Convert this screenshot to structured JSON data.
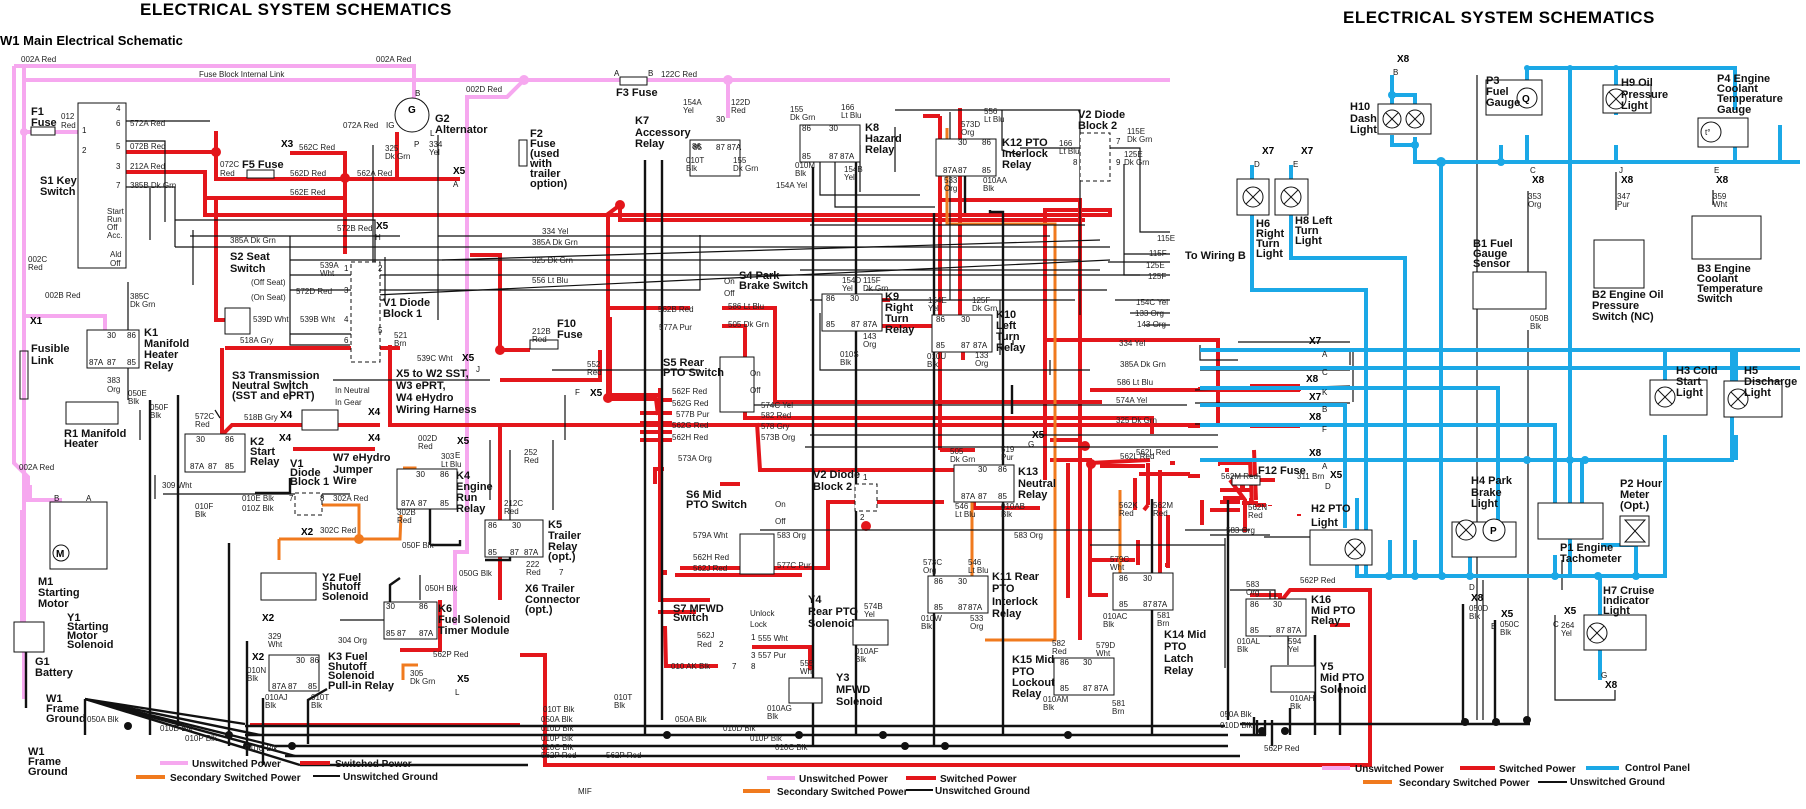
{
  "titles": {
    "left": "ELECTRICAL   SYSTEM SCHEMATICS",
    "right": "ELECTRICAL   SYSTEM SCHEMATICS",
    "subtitle": "W1 Main Electrical Schematic",
    "to_wiring": "To Wiring B",
    "footer_mark": "MIF"
  },
  "colors": {
    "unswitched_power": "#f6a8ef",
    "switched_power": "#e3161b",
    "secondary_switched_power": "#f07a1e",
    "unswitched_ground": "#111111",
    "control_panel": "#1ba8e6"
  },
  "legend_left": {
    "unswitched_power": "Unswitched Power",
    "switched_power": "Switched Power",
    "secondary_switched_power": "Secondary Switched Power",
    "unswitched_ground": "Unswitched Ground"
  },
  "legend_mid": {
    "unswitched_power": "Unswitched Power",
    "switched_power": "Switched Power",
    "secondary_switched_power": "Secondary Switched Power",
    "unswitched_ground": "Unswitched Ground"
  },
  "legend_right": {
    "unswitched_power": "Unswitched Power",
    "switched_power": "Switched Power",
    "control_panel": "Control Panel",
    "secondary_switched_power": "Secondary Switched Power",
    "unswitched_ground": "Unswitched Ground"
  },
  "components": {
    "f1": [
      "F1",
      "Fuse"
    ],
    "s1": [
      "S1 Key",
      "Switch"
    ],
    "s1_positions": [
      "Start",
      "Run",
      "Off",
      "Acc.",
      "Ald",
      "Off"
    ],
    "x1": "X1",
    "fusible_link": [
      "Fusible",
      "Link"
    ],
    "k1": [
      "K1",
      "Manifold",
      "Heater",
      "Relay"
    ],
    "r1": [
      "R1 Manifold",
      "Heater"
    ],
    "m1": [
      "M1",
      "Starting",
      "Motor"
    ],
    "y1": [
      "Y1",
      "Starting",
      "Motor",
      "Solenoid"
    ],
    "g1": [
      "G1",
      "Battery"
    ],
    "w1_ground_a": [
      "W1",
      "Frame",
      "Ground"
    ],
    "w1_ground_b": [
      "W1",
      "Frame",
      "Ground"
    ],
    "g2": [
      "G2",
      "Alternator"
    ],
    "f5": "F5 Fuse",
    "f2": [
      "F2",
      "Fuse",
      "(used",
      "with",
      "trailer",
      "option)"
    ],
    "f3": "F3 Fuse",
    "k7": [
      "K7",
      "Accessory",
      "Relay"
    ],
    "k8": [
      "K8",
      "Hazard",
      "Relay"
    ],
    "k12": [
      "K12 PTO",
      "Interlock",
      "Relay"
    ],
    "v2_top": [
      "V2 Diode",
      "Block 2"
    ],
    "s2": [
      "S2 Seat",
      "Switch"
    ],
    "s2_positions": [
      "(Off Seat)",
      "(On Seat)"
    ],
    "v1_top": [
      "V1 Diode",
      "Block 1"
    ],
    "s3": [
      "S3 Transmission",
      "Neutral Switch",
      "(SST and ePRT)"
    ],
    "s3_positions": [
      "In Neutral",
      "In Gear"
    ],
    "x5_harness": [
      "X5 to W2 SST,",
      "W3 ePRT,",
      "W4 eHydro",
      "Wiring Harness"
    ],
    "w7": [
      "W7 eHydro",
      "Jumper",
      "Wire"
    ],
    "k2": [
      "K2",
      "Start",
      "Relay"
    ],
    "v1_low": [
      "V1",
      "Diode",
      "Block 1"
    ],
    "k4": [
      "K4",
      "Engine",
      "Run",
      "Relay"
    ],
    "k5": [
      "K5",
      "Trailer",
      "Relay",
      "(opt.)"
    ],
    "x6": [
      "X6 Trailer",
      "Connector",
      "(opt.)"
    ],
    "y2": [
      "Y2 Fuel",
      "Shutoff",
      "Solenoid"
    ],
    "k6": [
      "K6",
      "Fuel Solenoid",
      "Timer Module"
    ],
    "k3": [
      "K3 Fuel",
      "Shutoff",
      "Solenoid",
      "Pull-in Relay"
    ],
    "f10": [
      "F10",
      "Fuse"
    ],
    "s4": [
      "S4 Park",
      "Brake Switch"
    ],
    "s4_positions": [
      "On",
      "Off"
    ],
    "s5": [
      "S5 Rear",
      "PTO Switch"
    ],
    "s5_positions": [
      "On",
      "Off"
    ],
    "s6": [
      "S6 Mid",
      "PTO Switch"
    ],
    "s6_positions": [
      "On",
      "Off"
    ],
    "s7": [
      "S7 MFWD",
      "Switch"
    ],
    "s7_positions": [
      "Unlock",
      "Lock"
    ],
    "y4": [
      "Y4",
      "Rear PTO",
      "Solenoid"
    ],
    "y3": [
      "Y3",
      "MFWD",
      "Solenoid"
    ],
    "v2_mid": [
      "V2 Diode",
      "Block 2"
    ],
    "k9": [
      "K9",
      "Right",
      "Turn",
      "Relay"
    ],
    "k10": [
      "K10",
      "Left",
      "Turn",
      "Relay"
    ],
    "k13": [
      "K13",
      "Neutral",
      "Relay"
    ],
    "k11": [
      "K11 Rear",
      "PTO",
      "Interlock",
      "Relay"
    ],
    "k15": [
      "K15 Mid",
      "PTO",
      "Lockout",
      "Relay"
    ],
    "k14": [
      "K14 Mid",
      "PTO",
      "Latch",
      "Relay"
    ],
    "h6": [
      "H6",
      "Right",
      "Turn",
      "Light"
    ],
    "h8": [
      "H8 Left",
      "Turn",
      "Light"
    ],
    "h10": [
      "H10",
      "Dash",
      "Light"
    ],
    "p3": [
      "P3",
      "Fuel",
      "Gauge"
    ],
    "h9": [
      "H9 Oil",
      "Pressure",
      "Light"
    ],
    "p4": [
      "P4 Engine",
      "Coolant",
      "Temperature",
      "Gauge"
    ],
    "b1": [
      "B1 Fuel",
      "Gauge",
      "Sensor"
    ],
    "b2": [
      "B2 Engine Oil",
      "Pressure",
      "Switch (NC)"
    ],
    "b3": [
      "B3 Engine",
      "Coolant",
      "Temperature",
      "Switch"
    ],
    "h3": [
      "H3 Cold",
      "Start",
      "Light"
    ],
    "h5": [
      "H5",
      "Discharge",
      "Light"
    ],
    "f12": "F12 Fuse",
    "h2": [
      "H2 PTO",
      "Light"
    ],
    "h4": [
      "H4 Park",
      "Brake",
      "Light"
    ],
    "p1": [
      "P1 Engine",
      "Tachometer"
    ],
    "p2": [
      "P2 Hour",
      "Meter",
      "(Opt.)"
    ],
    "h7": [
      "H7 Cruise",
      "Indicator",
      "Light"
    ],
    "k16": [
      "K16",
      "Mid PTO",
      "Relay"
    ],
    "y5": [
      "Y5",
      "Mid PTO",
      "Solenoid"
    ]
  },
  "wires": {
    "w002a_top_l": "002A Red",
    "w002a_top_r": "002A Red",
    "fuse_link": "Fuse Block Internal Link",
    "w002d_top": "002D Red",
    "w012": [
      "012",
      "Red"
    ],
    "w572a": "572A Red",
    "w072b": "072B Red",
    "w212a": "212A Red",
    "w385b": "385B Dk Grn",
    "w072a": "072A Red",
    "w072c": [
      "072C",
      "Red"
    ],
    "w562c": "562C Red",
    "w562d": "562D Red",
    "w562a": "562A Red",
    "w562e": "562E Red",
    "w325_alt": [
      "325",
      "Dk Grn"
    ],
    "w334_alt": [
      "334",
      "Yel"
    ],
    "w572b": "572B Red",
    "w385a": "385A Dk Grn",
    "w002c": [
      "002C",
      "Red"
    ],
    "w002b": "002B Red",
    "w385c": [
      "385C",
      "Dk Grn"
    ],
    "w383": [
      "383",
      "Org"
    ],
    "w050e": [
      "050E",
      "Blk"
    ],
    "w050f": [
      "050F",
      "Blk"
    ],
    "w002a_low": "002A Red",
    "w572c": [
      "572C",
      "Red"
    ],
    "w309": "309 Wht",
    "w010f": [
      "010F",
      "Blk"
    ],
    "w010e": "010E Blk",
    "w010z": "010Z Blk",
    "w302a": "302A Red",
    "w302c": "302C Red",
    "w539a": [
      "539A",
      "Wht"
    ],
    "w572d": "572D Red",
    "w539d": "539D Wht",
    "w539b": "539B Wht",
    "w518a": "518A Gry",
    "w521": [
      "521",
      "Brn"
    ],
    "w539c": "539C Wht",
    "w518b": "518B Gry",
    "w002d_low": [
      "002D",
      "Red"
    ],
    "w303": [
      "303",
      "Lt Blu"
    ],
    "w302b": [
      "302B",
      "Red"
    ],
    "w050f_k4": "050F Blk",
    "w212b": [
      "212B",
      "Red"
    ],
    "w252": [
      "252",
      "Red"
    ],
    "w212c": [
      "212C",
      "Red"
    ],
    "w222": [
      "222",
      "Red"
    ],
    "w050g": "050G Blk",
    "w050h": "050H Blk",
    "w329": [
      "329",
      "Wht"
    ],
    "w304": "304 Org",
    "w010n": [
      "010N",
      "Blk"
    ],
    "w010aj": [
      "010AJ",
      "Blk"
    ],
    "w010t_k3": [
      "010T",
      "Blk"
    ],
    "w305": [
      "305",
      "Dk Grn"
    ],
    "w562p": "562P Red",
    "w050a_bus": "050A Blk",
    "w010d_bus": "010D Blk",
    "w010p_bus": "010P Blk",
    "w010c_bus": "010C Blk",
    "w010t_bus": "010T Blk",
    "w562p_bus": "562P Red",
    "w010t_mid": [
      "010T",
      "Blk"
    ],
    "w334_mid": "334 Yel",
    "w385a_mid": "385A Dk Grn",
    "w325_mid": "325 Dk Grn",
    "w556_mid": "556 Lt Blu",
    "w122c": "122C Red",
    "w154a_k7": [
      "154A",
      "Yel"
    ],
    "w122d": [
      "122D",
      "Red"
    ],
    "w010t_k7": [
      "010T",
      "Blk"
    ],
    "w155_k7": [
      "155",
      "Dk Grn"
    ],
    "w155_k8": [
      "155",
      "Dk Grn"
    ],
    "w010m": [
      "010M",
      "Blk"
    ],
    "w154a_k8": "154A Yel",
    "w166_k8": [
      "166",
      "Lt Blu"
    ],
    "w154b": [
      "154B",
      "Yel"
    ],
    "w573d": [
      "573D",
      "Org"
    ],
    "w556_k12": [
      "556",
      "Lt Blu"
    ],
    "w533_k12": [
      "533",
      "Org"
    ],
    "w010aa": [
      "010AA",
      "Blk"
    ],
    "w166_v2": [
      "166",
      "Lt Blu"
    ],
    "w115e_v2": [
      "115E",
      "Dk Grn"
    ],
    "w125e_v2": [
      "125E",
      "Dk Grn"
    ],
    "w562b": "562B Red",
    "w586": "586 Lt Blu",
    "w577a": "577A Pur",
    "w505": "505 Dk Grn",
    "w552": [
      "552",
      "Red"
    ],
    "w562f": "562F Red",
    "w562g1": "562G Red",
    "w577b": "577B Pur",
    "w562g2": "562G Red",
    "w562h1": "562H Red",
    "w574c": "574C Yel",
    "w582": "582 Red",
    "w578": "578 Gry",
    "w573b": "573B Org",
    "w573a": "573A Org",
    "w579a": "579A Wht",
    "w583": "583 Org",
    "w562h2": "562H Red",
    "w562j1": "562J Red",
    "w577c": "577C Pur",
    "w562j2": [
      "562J",
      "Red"
    ],
    "w555": "555 Wht",
    "w557": "557 Pur",
    "w010ak": "010 AK Blk",
    "w555_y3": [
      "555",
      "Wht"
    ],
    "w010ag": [
      "010AG",
      "Blk"
    ],
    "w574b": [
      "574B",
      "Yel"
    ],
    "w010af": [
      "010AF",
      "Blk"
    ],
    "w154d": [
      "154D",
      "Yel"
    ],
    "w115f_k9": [
      "115F",
      "Dk Grn"
    ],
    "w010s": [
      "010S",
      "Blk"
    ],
    "w143": [
      "143",
      "Org"
    ],
    "w154e": [
      "154E",
      "Yel"
    ],
    "w125f_k10": [
      "125F",
      "Dk Grn"
    ],
    "w010u": [
      "010U",
      "Blk"
    ],
    "w133": [
      "133",
      "Org"
    ],
    "w505_k13": [
      "505",
      "Dk Grn"
    ],
    "w519": [
      "519",
      "Pur"
    ],
    "w546_k13": [
      "546",
      "Lt Blu"
    ],
    "w010ab": [
      "010AB",
      "Blk"
    ],
    "w573c": [
      "573C",
      "Org"
    ],
    "w546_k11": [
      "546",
      "Lt Blu"
    ],
    "w010w": [
      "010W",
      "Blk"
    ],
    "w533_k11": [
      "533",
      "Org"
    ],
    "w583_mid": "583 Org",
    "w562k": [
      "562K",
      "Red"
    ],
    "w562m_top": [
      "562M",
      "Red"
    ],
    "w579c": [
      "579C",
      "Wht"
    ],
    "w010ac": [
      "010AC",
      "Blk"
    ],
    "w581_k14": [
      "581",
      "Brn"
    ],
    "w582_k15": [
      "582",
      "Red"
    ],
    "w579d": [
      "579D",
      "Wht"
    ],
    "w010am": [
      "010AM",
      "Blk"
    ],
    "w581_k15": [
      "581",
      "Brn"
    ],
    "w562l": "562L Red",
    "to_115e": "115E",
    "to_115f": "115F",
    "to_125e": "125E",
    "to_125f": "125F",
    "to_154c": "154C Yel",
    "to_133": "133 Org",
    "to_143": "143 Org",
    "r_334": "334 Yel",
    "r_385a": "385A Dk Grn",
    "r_586": "586 Lt Blu",
    "r_574a": "574A Yel",
    "r_325": "325 Dk Grn",
    "r_562l": "562L Red",
    "r_562m": "562M Red",
    "r_311": "311 Brn",
    "r_562n": [
      "562N",
      "Red"
    ],
    "r_583": "583 Org",
    "r_583_k16": [
      "583",
      "Org"
    ],
    "r_562p_k16": "562P Red",
    "r_010al": [
      "010AL",
      "Blk"
    ],
    "r_594": [
      "594",
      "Yel"
    ],
    "r_010ah": [
      "010AH",
      "Blk"
    ],
    "r_050a": "050A Blk",
    "r_010d": "010D Blk",
    "r_562p_bot": "562P Red",
    "r_353": [
      "353",
      "Org"
    ],
    "r_347": [
      "347",
      "Pur"
    ],
    "r_359": [
      "359",
      "Wht"
    ],
    "r_050b": [
      "050B",
      "Blk"
    ],
    "r_050d": [
      "050D",
      "Blk"
    ],
    "r_050c": [
      "050C",
      "Blk"
    ],
    "r_264": [
      "264",
      "Yel"
    ]
  },
  "connectors": {
    "x3": "X3",
    "x5a": "X5",
    "x5a_pin": "A",
    "x5h": "X5",
    "x5h_pin": "H",
    "x5j": "X5",
    "x5j_pin": "J",
    "x4": "X4",
    "x5e": "X5",
    "x5e_pin": "E",
    "x2": "X2",
    "x5l": "X5",
    "x5l_pin": "L",
    "x6_pin": "7",
    "x5f": "X5",
    "x5f_pin": "F",
    "x5g": "X5",
    "x5g_pin": "G",
    "x7": "X7",
    "x8": "X8",
    "x5": "X5",
    "pin_a": "A",
    "pin_b": "B",
    "pin_c": "C",
    "pin_d": "D",
    "pin_e": "E",
    "pin_f": "F",
    "pin_g": "G",
    "pin_j": "J",
    "pin_k": "K"
  },
  "pins": {
    "r30": "30",
    "r86": "86",
    "r85": "85",
    "r87": "87",
    "r87a": "87A",
    "s1": [
      "4",
      "6",
      "1",
      "5",
      "2",
      "3",
      "7"
    ],
    "alt": [
      "B",
      "IG",
      "L",
      "P",
      "G"
    ],
    "fuse_ab": [
      "A",
      "B"
    ],
    "v1": [
      "1",
      "2",
      "3",
      "4",
      "5",
      "6"
    ],
    "v2": [
      "7",
      "8",
      "9"
    ],
    "v1b": [
      "7",
      "8"
    ],
    "v2b": [
      "1",
      "2"
    ],
    "sw": [
      "A",
      "B",
      "C",
      "D",
      "E",
      "F",
      "G",
      "H"
    ],
    "s7": [
      "1",
      "2",
      "3",
      "7",
      "8"
    ],
    "m1": [
      "B",
      "A"
    ],
    "k6": [
      "30",
      "86",
      "85",
      "87",
      "87A"
    ]
  },
  "symbols": {
    "q": "Q",
    "p": "P",
    "t0": "t°",
    "m": "M",
    "g": "G"
  }
}
